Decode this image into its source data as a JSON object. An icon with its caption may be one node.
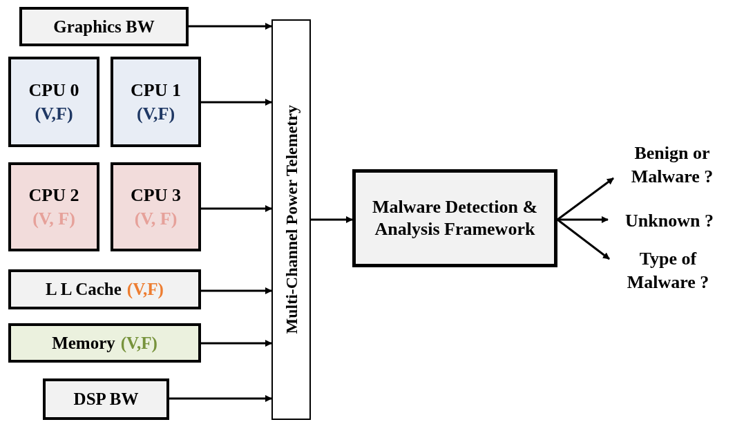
{
  "diagram": {
    "nodes": [
      {
        "text": [
          "Graphics BW"
        ]
      },
      {
        "text": [
          "CPU 0",
          "(V,F)"
        ]
      },
      {
        "text": [
          "CPU 1",
          "(V,F)"
        ]
      },
      {
        "text": [
          "CPU 2",
          "(V, F)"
        ]
      },
      {
        "text": [
          "CPU 3",
          "(V, F)"
        ]
      },
      {
        "text": [
          "L L Cache",
          "(V,F)"
        ]
      },
      {
        "text": [
          "Memory",
          "(V,F)"
        ]
      },
      {
        "text": [
          "DSP BW"
        ]
      },
      {
        "text": [
          "Multi-Channel Power Telemetry"
        ]
      },
      {
        "text": [
          "Malware Detection & Analysis Framework"
        ]
      },
      {
        "text": [
          "Benign or Malware ?"
        ]
      },
      {
        "text": [
          "Unknown ?"
        ]
      },
      {
        "text": [
          "Type of Malware ?"
        ]
      }
    ],
    "edges": [
      {
        "from": 0,
        "to": 8,
        "arrow": "to"
      },
      {
        "from": 2,
        "to": 8,
        "arrow": "to"
      },
      {
        "from": 4,
        "to": 8,
        "arrow": "to"
      },
      {
        "from": 5,
        "to": 8,
        "arrow": "to"
      },
      {
        "from": 6,
        "to": 8,
        "arrow": "to"
      },
      {
        "from": 7,
        "to": 8,
        "arrow": "to"
      },
      {
        "from": 8,
        "to": 9,
        "arrow": "to"
      },
      {
        "from": 9,
        "to": 10,
        "arrow": "to"
      },
      {
        "from": 9,
        "to": 11,
        "arrow": "to"
      },
      {
        "from": 9,
        "to": 12,
        "arrow": "to"
      }
    ]
  }
}
